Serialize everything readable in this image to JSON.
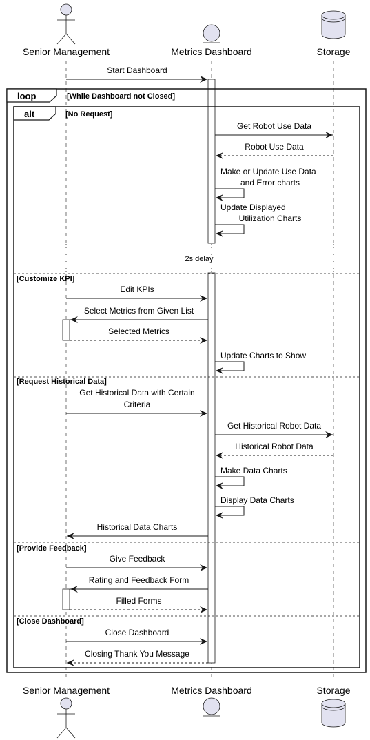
{
  "participants": [
    {
      "id": "sm",
      "label": "Senior Management",
      "kind": "actor"
    },
    {
      "id": "md",
      "label": "Metrics Dashboard",
      "kind": "entity"
    },
    {
      "id": "st",
      "label": "Storage",
      "kind": "database"
    }
  ],
  "frames": {
    "loop": {
      "keyword": "loop",
      "condition": "[While Dashboard not Closed]"
    },
    "alt": {
      "keyword": "alt",
      "sections": [
        "[No Request]",
        "[Customize KPI]",
        "[Request Historical Data]",
        "[Provide Feedback]",
        "[Close Dashboard]"
      ]
    }
  },
  "delay_label": "2s delay",
  "messages": [
    {
      "from": "sm",
      "to": "md",
      "text": [
        "Start Dashboard"
      ],
      "dashed": false
    },
    {
      "from": "md",
      "to": "st",
      "text": [
        "Get Robot Use Data"
      ],
      "dashed": false
    },
    {
      "from": "st",
      "to": "md",
      "text": [
        "Robot Use Data"
      ],
      "dashed": true
    },
    {
      "from": "md",
      "to": "md",
      "text": [
        "Make or Update Use Data",
        "and Error charts"
      ],
      "dashed": false
    },
    {
      "from": "md",
      "to": "md",
      "text": [
        "Update Displayed",
        "Utilization Charts"
      ],
      "dashed": false
    },
    {
      "from": "sm",
      "to": "md",
      "text": [
        "Edit KPIs"
      ],
      "dashed": false
    },
    {
      "from": "md",
      "to": "sm",
      "text": [
        "Select Metrics from Given List"
      ],
      "dashed": false
    },
    {
      "from": "sm",
      "to": "md",
      "text": [
        "Selected Metrics"
      ],
      "dashed": true
    },
    {
      "from": "md",
      "to": "md",
      "text": [
        "Update Charts to Show"
      ],
      "dashed": false
    },
    {
      "from": "sm",
      "to": "md",
      "text": [
        "Get Historical Data with Certain",
        "Criteria"
      ],
      "dashed": false
    },
    {
      "from": "md",
      "to": "st",
      "text": [
        "Get Historical Robot Data"
      ],
      "dashed": false
    },
    {
      "from": "st",
      "to": "md",
      "text": [
        "Historical Robot Data"
      ],
      "dashed": true
    },
    {
      "from": "md",
      "to": "md",
      "text": [
        "Make Data Charts"
      ],
      "dashed": false
    },
    {
      "from": "md",
      "to": "md",
      "text": [
        "Display Data Charts"
      ],
      "dashed": false
    },
    {
      "from": "md",
      "to": "sm",
      "text": [
        "Historical Data Charts"
      ],
      "dashed": false
    },
    {
      "from": "sm",
      "to": "md",
      "text": [
        "Give Feedback"
      ],
      "dashed": false
    },
    {
      "from": "md",
      "to": "sm",
      "text": [
        "Rating and Feedback Form"
      ],
      "dashed": false
    },
    {
      "from": "sm",
      "to": "md",
      "text": [
        "Filled Forms"
      ],
      "dashed": true
    },
    {
      "from": "sm",
      "to": "md",
      "text": [
        "Close Dashboard"
      ],
      "dashed": false
    },
    {
      "from": "md",
      "to": "sm",
      "text": [
        "Closing Thank You Message"
      ],
      "dashed": true
    }
  ],
  "colors": {
    "participant_fill": "#E2E2F0",
    "line": "#181818",
    "lifeline": "#181818"
  }
}
